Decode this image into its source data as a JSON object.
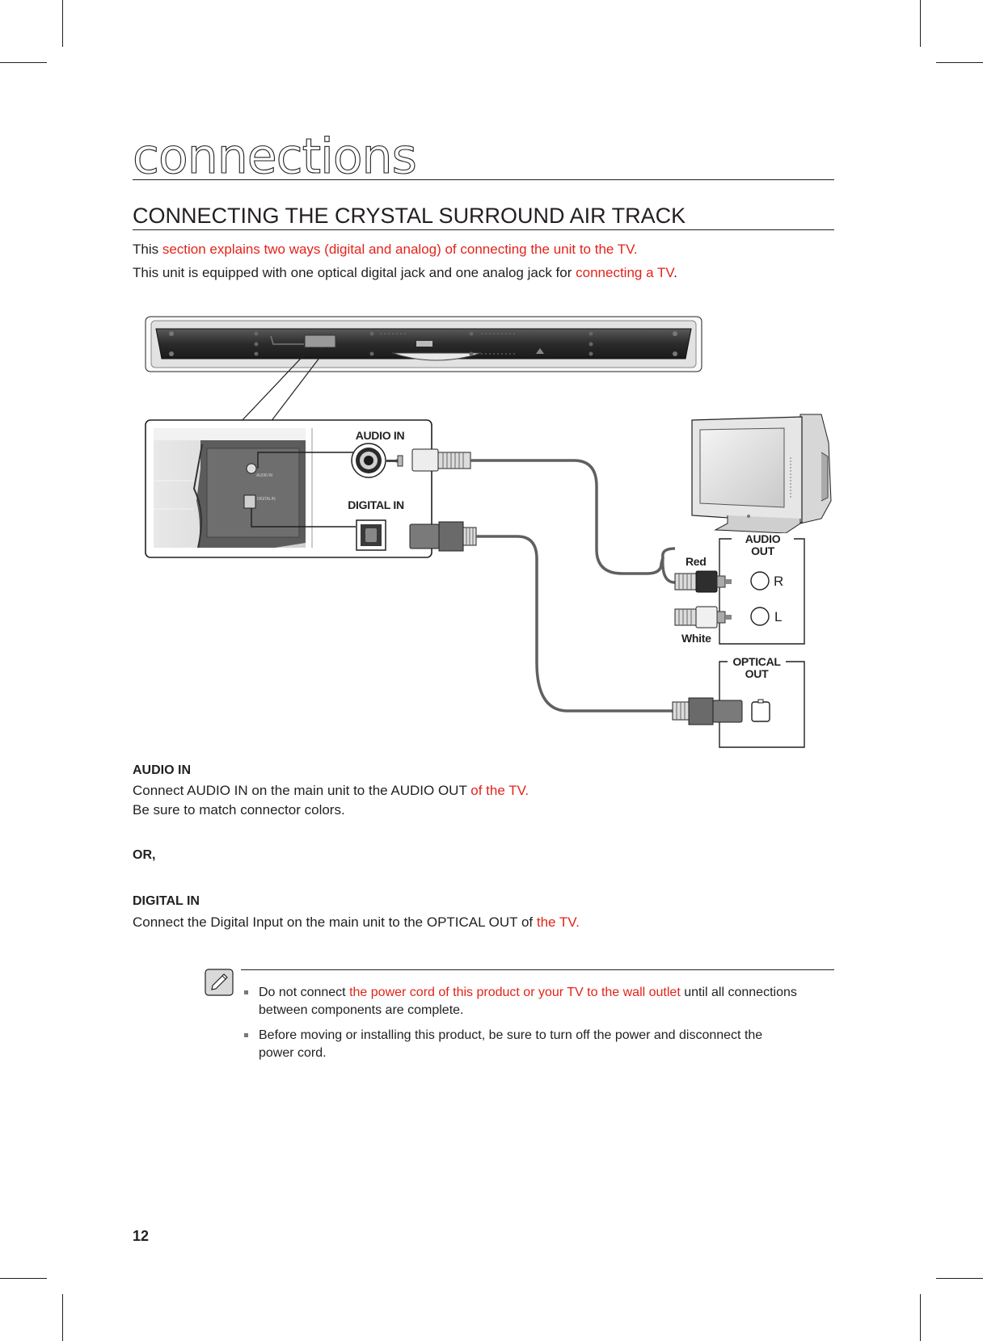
{
  "chapter_title": "connections",
  "section_title": "CONNECTING THE CRYSTAL SURROUND AIR TRACK",
  "intro": [
    {
      "plain": "This ",
      "highlight": "section explains two ways (digital and analog) of connecting the unit to the TV."
    },
    {
      "plain": "This unit is equipped with one optical digital jack and one analog jack for ",
      "highlight": "connecting a TV",
      "tail": "."
    }
  ],
  "diagram": {
    "audio_in_label": "AUDIO IN",
    "digital_in_label": "DIGITAL IN",
    "panel_small_audio": "AUDIO IN",
    "panel_small_digital": "DIGITAL IN",
    "audio_out_label_1": "AUDIO",
    "audio_out_label_2": "OUT",
    "jack_r": "R",
    "jack_l": "L",
    "red_label": "Red",
    "white_label": "White",
    "optical_out_label_1": "OPTICAL",
    "optical_out_label_2": "OUT",
    "colors": {
      "cable": "#606060",
      "frame": "#231f20",
      "accent": "#e2231a"
    },
    "icons": [
      "soundbar-illustration",
      "tv-illustration",
      "rca-plug-icon",
      "optical-plug-icon",
      "mini-jack-plug-icon"
    ]
  },
  "audio_in": {
    "heading": "AUDIO IN",
    "line1_plain": "Connect AUDIO IN on the main unit to the AUDIO OUT ",
    "line1_highlight": "of the TV.",
    "line2": "Be sure to match connector colors."
  },
  "or_text": "OR,",
  "digital_in": {
    "heading": "DIGITAL IN",
    "line1_plain": "Connect the Digital Input on the main unit to the OPTICAL OUT of ",
    "line1_highlight": "the TV."
  },
  "notes": [
    {
      "plain": "Do not connect ",
      "highlight": "the power cord of this product or your TV to the wall outlet",
      "tail": " until all connections",
      "line2": "between components are complete."
    },
    {
      "plain": "Before moving or installing this product, be sure to turn off the power and disconnect the",
      "highlight": "",
      "tail": "",
      "line2": "power cord."
    }
  ],
  "page_number": "12"
}
